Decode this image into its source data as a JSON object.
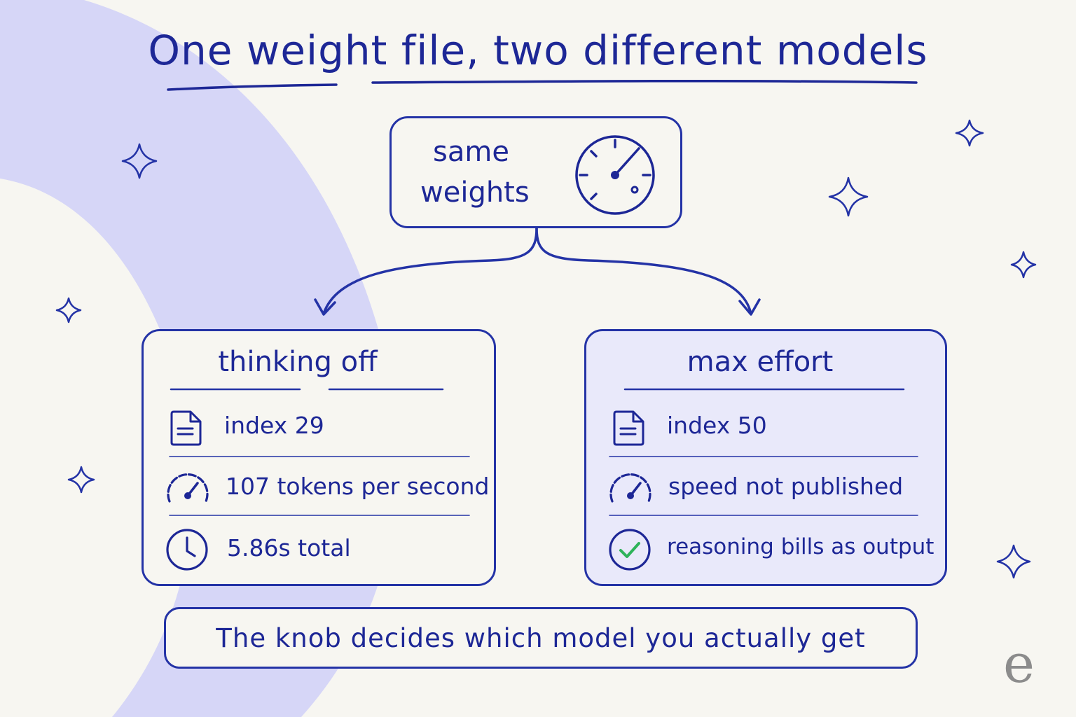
{
  "title": "One weight file, two different models",
  "top": {
    "label_line1": "same",
    "label_line2": "weights"
  },
  "left_panel": {
    "title": "thinking off",
    "rows": [
      {
        "icon": "document-icon",
        "text": "index 29"
      },
      {
        "icon": "speedometer-icon",
        "text": "107 tokens per second"
      },
      {
        "icon": "clock-icon",
        "text": "5.86s total"
      }
    ]
  },
  "right_panel": {
    "title": "max effort",
    "rows": [
      {
        "icon": "document-icon",
        "text": "index 50"
      },
      {
        "icon": "speedometer-icon",
        "text": "speed not published"
      },
      {
        "icon": "check-circle-icon",
        "text": "reasoning bills as output"
      }
    ]
  },
  "footer": "The knob decides which model you actually get",
  "logo": "e",
  "colors": {
    "ink": "#1d2796",
    "background": "#f7f6f1",
    "swoosh": "#d6d6f7",
    "right_panel_fill": "#e9e9fa",
    "check": "#2fb35a",
    "logo": "#8c8c8c"
  }
}
